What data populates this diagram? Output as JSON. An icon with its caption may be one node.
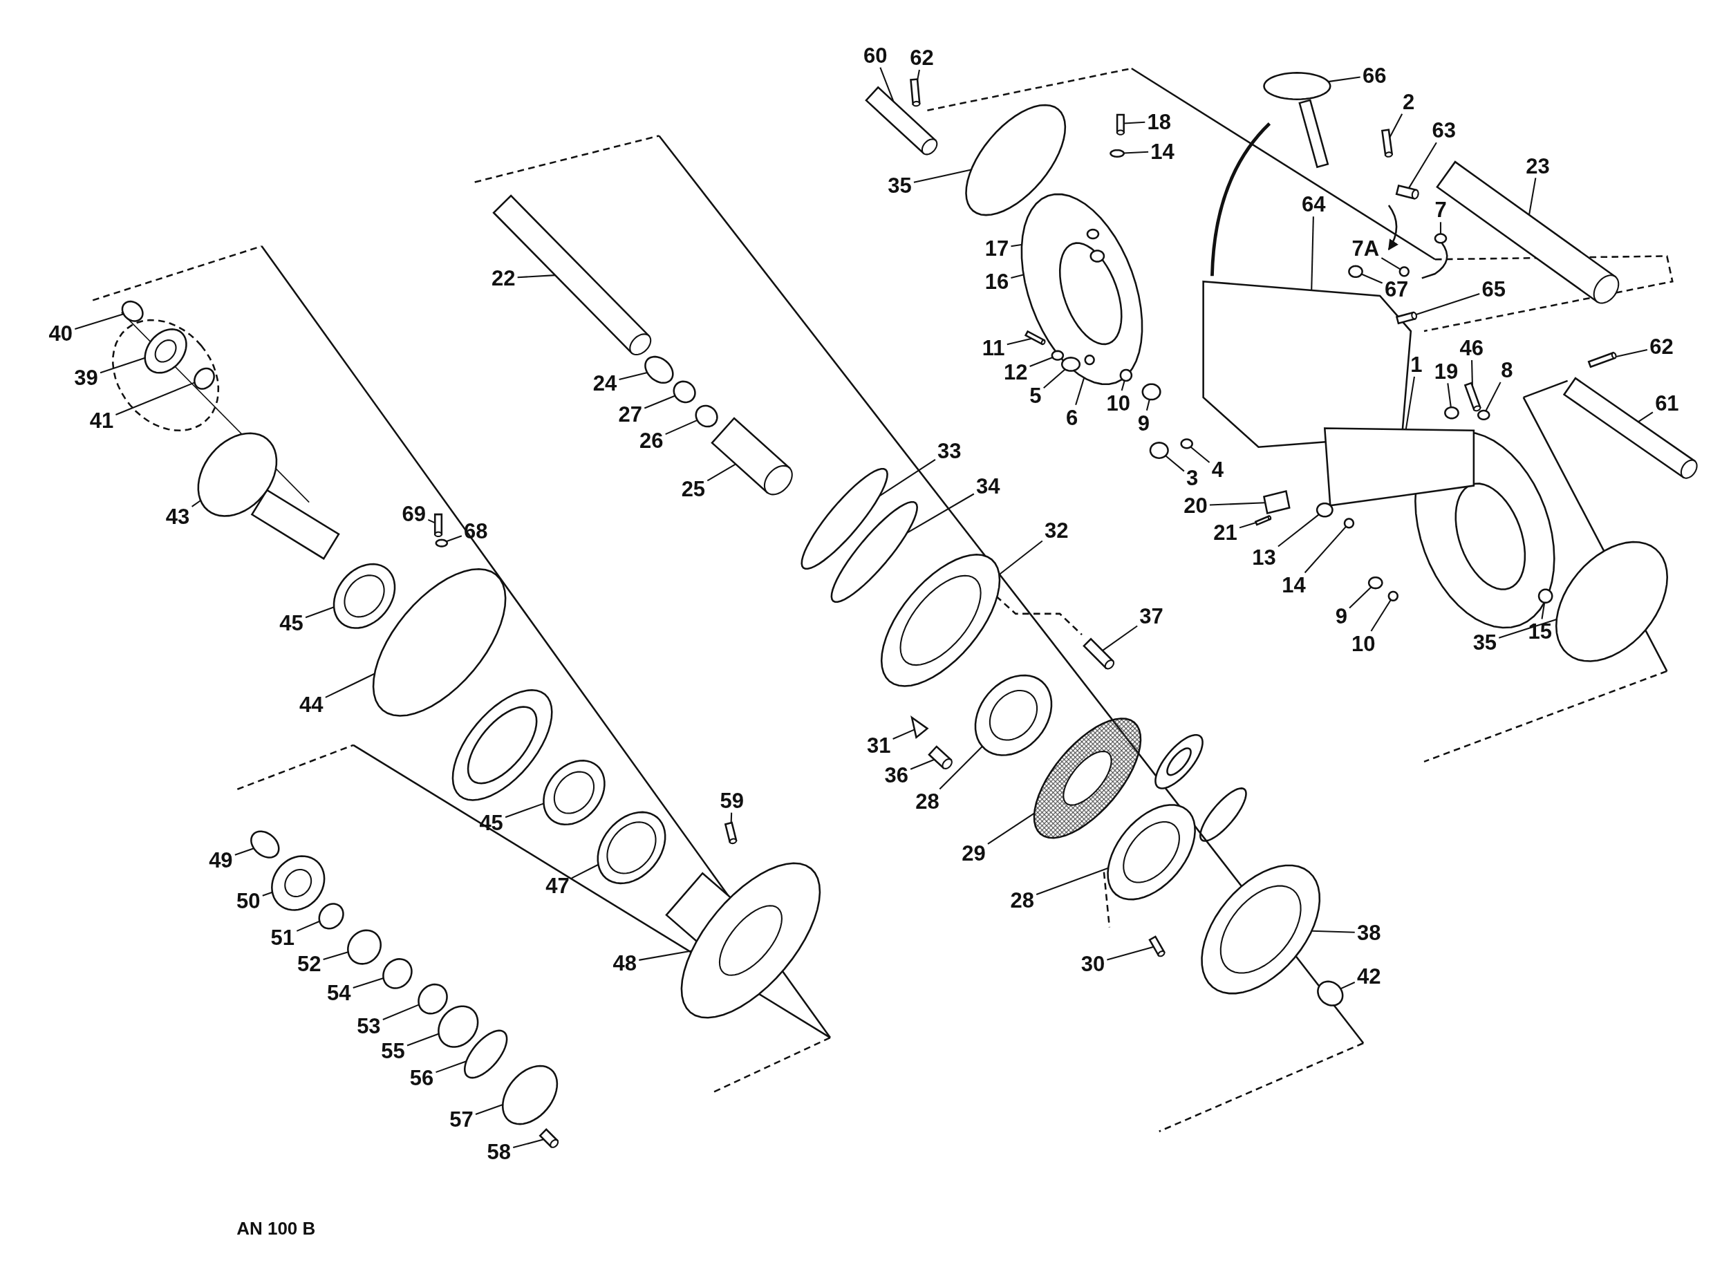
{
  "diagram": {
    "nodes": [
      {
        "text": [
          "60"
        ]
      },
      {
        "text": [
          "62"
        ]
      },
      {
        "text": [
          "66"
        ]
      },
      {
        "text": [
          "18"
        ]
      },
      {
        "text": [
          "14"
        ]
      },
      {
        "text": [
          "2"
        ]
      },
      {
        "text": [
          "63"
        ]
      },
      {
        "text": [
          "23"
        ]
      },
      {
        "text": [
          "35"
        ]
      },
      {
        "text": [
          "64"
        ]
      },
      {
        "text": [
          "7A"
        ]
      },
      {
        "text": [
          "7"
        ]
      },
      {
        "text": [
          "17"
        ]
      },
      {
        "text": [
          "16"
        ]
      },
      {
        "text": [
          "67"
        ]
      },
      {
        "text": [
          "65"
        ]
      },
      {
        "text": [
          "11"
        ]
      },
      {
        "text": [
          "12"
        ]
      },
      {
        "text": [
          "5"
        ]
      },
      {
        "text": [
          "6"
        ]
      },
      {
        "text": [
          "10"
        ]
      },
      {
        "text": [
          "9"
        ]
      },
      {
        "text": [
          "3"
        ]
      },
      {
        "text": [
          "4"
        ]
      },
      {
        "text": [
          "1"
        ]
      },
      {
        "text": [
          "19"
        ]
      },
      {
        "text": [
          "46"
        ]
      },
      {
        "text": [
          "8"
        ]
      },
      {
        "text": [
          "62"
        ]
      },
      {
        "text": [
          "61"
        ]
      },
      {
        "text": [
          "20"
        ]
      },
      {
        "text": [
          "21"
        ]
      },
      {
        "text": [
          "13"
        ]
      },
      {
        "text": [
          "14"
        ]
      },
      {
        "text": [
          "9"
        ]
      },
      {
        "text": [
          "10"
        ]
      },
      {
        "text": [
          "15"
        ]
      },
      {
        "text": [
          "35"
        ]
      },
      {
        "text": [
          "40"
        ]
      },
      {
        "text": [
          "39"
        ]
      },
      {
        "text": [
          "41"
        ]
      },
      {
        "text": [
          "22"
        ]
      },
      {
        "text": [
          "24"
        ]
      },
      {
        "text": [
          "27"
        ]
      },
      {
        "text": [
          "26"
        ]
      },
      {
        "text": [
          "25"
        ]
      },
      {
        "text": [
          "33"
        ]
      },
      {
        "text": [
          "34"
        ]
      },
      {
        "text": [
          "43"
        ]
      },
      {
        "text": [
          "69"
        ]
      },
      {
        "text": [
          "68"
        ]
      },
      {
        "text": [
          "32"
        ]
      },
      {
        "text": [
          "37"
        ]
      },
      {
        "text": [
          "45"
        ]
      },
      {
        "text": [
          "44"
        ]
      },
      {
        "text": [
          "31"
        ]
      },
      {
        "text": [
          "36"
        ]
      },
      {
        "text": [
          "28"
        ]
      },
      {
        "text": [
          "59"
        ]
      },
      {
        "text": [
          "45"
        ]
      },
      {
        "text": [
          "29"
        ]
      },
      {
        "text": [
          "47"
        ]
      },
      {
        "text": [
          "49"
        ]
      },
      {
        "text": [
          "50"
        ]
      },
      {
        "text": [
          "51"
        ]
      },
      {
        "text": [
          "28"
        ]
      },
      {
        "text": [
          "38"
        ]
      },
      {
        "text": [
          "42"
        ]
      },
      {
        "text": [
          "52"
        ]
      },
      {
        "text": [
          "48"
        ]
      },
      {
        "text": [
          "30"
        ]
      },
      {
        "text": [
          "54"
        ]
      },
      {
        "text": [
          "53"
        ]
      },
      {
        "text": [
          "55"
        ]
      },
      {
        "text": [
          "56"
        ]
      },
      {
        "text": [
          "57"
        ]
      },
      {
        "text": [
          "58"
        ]
      },
      {
        "text": [],
        "shape": "cylinder"
      },
      {
        "text": [],
        "shape": "cylinder"
      },
      {
        "text": [],
        "shape": "ring"
      },
      {
        "text": [],
        "shape": "cylinder"
      },
      {
        "text": [],
        "shape": "ring"
      },
      {
        "text": [],
        "shape": "cylinder"
      },
      {
        "text": [],
        "shape": "cylinder"
      },
      {
        "text": [],
        "shape": "cylinder"
      },
      {
        "text": [],
        "shape": "ring"
      },
      {
        "text": [],
        "shape": "box"
      },
      {
        "text": [],
        "shape": "ring"
      },
      {
        "text": [],
        "shape": "ring"
      },
      {
        "text": [],
        "shape": "ring"
      },
      {
        "text": [],
        "shape": "ring"
      },
      {
        "text": [],
        "shape": "ring"
      },
      {
        "text": [],
        "shape": "cylinder"
      },
      {
        "text": [],
        "shape": "cylinder"
      },
      {
        "text": [],
        "shape": "ring"
      },
      {
        "text": [],
        "shape": "ring"
      },
      {
        "text": [],
        "shape": "ring"
      },
      {
        "text": [],
        "shape": "ring"
      },
      {
        "text": [],
        "shape": "ring"
      },
      {
        "text": [],
        "shape": "ring"
      },
      {
        "text": [],
        "shape": "ring"
      },
      {
        "text": [],
        "shape": "box"
      },
      {
        "text": [],
        "shape": "ring"
      },
      {
        "text": [],
        "shape": "cylinder"
      },
      {
        "text": [],
        "shape": "ring"
      },
      {
        "text": [],
        "shape": "cylinder"
      },
      {
        "text": [],
        "shape": "cylinder"
      },
      {
        "text": [],
        "shape": "box"
      },
      {
        "text": [],
        "shape": "cylinder"
      },
      {
        "text": [],
        "shape": "ring"
      },
      {
        "text": [],
        "shape": "ring"
      },
      {
        "text": [],
        "shape": "ring"
      },
      {
        "text": [],
        "shape": "ring"
      },
      {
        "text": [],
        "shape": "ring"
      },
      {
        "text": [],
        "shape": "ring"
      },
      {
        "text": [],
        "shape": "ring"
      },
      {
        "text": [],
        "shape": "ring"
      },
      {
        "text": [],
        "shape": "ring"
      },
      {
        "text": [],
        "shape": "cylinder"
      },
      {
        "text": [],
        "shape": "ring"
      },
      {
        "text": [],
        "shape": "ring"
      },
      {
        "text": [],
        "shape": "ring"
      },
      {
        "text": [],
        "shape": "cylinder"
      },
      {
        "text": [],
        "shape": "ring"
      },
      {
        "text": [],
        "shape": "ring"
      },
      {
        "text": [],
        "shape": "ring"
      },
      {
        "text": [],
        "shape": "cylinder"
      },
      {
        "text": [],
        "shape": "ring"
      },
      {
        "text": [],
        "shape": "ring"
      },
      {
        "text": [],
        "shape": "cylinder"
      },
      {
        "text": [],
        "shape": "ring"
      },
      {
        "text": [],
        "shape": "ring"
      },
      {
        "text": [],
        "shape": "box"
      },
      {
        "text": [],
        "shape": "cylinder"
      },
      {
        "text": [],
        "shape": "ring"
      },
      {
        "text": [],
        "shape": "cylinder"
      },
      {
        "text": [],
        "shape": "ring"
      },
      {
        "text": [],
        "shape": "ring"
      },
      {
        "text": [],
        "shape": "ring"
      },
      {
        "text": [],
        "shape": "ring"
      },
      {
        "text": [],
        "shape": "ring"
      },
      {
        "text": [],
        "shape": "ring"
      },
      {
        "text": [],
        "shape": "ring"
      },
      {
        "text": [],
        "shape": "ring"
      },
      {
        "text": [],
        "shape": "ring"
      },
      {
        "text": [],
        "shape": "ring"
      },
      {
        "text": [],
        "shape": "ring"
      },
      {
        "text": [],
        "shape": "cylinder"
      },
      {
        "text": [],
        "shape": "ring"
      },
      {
        "text": [],
        "shape": "ring"
      },
      {
        "text": [],
        "shape": "ring"
      },
      {
        "text": [],
        "shape": "ring"
      },
      {
        "text": [],
        "shape": "ring"
      },
      {
        "text": [],
        "shape": "cylinder"
      }
    ],
    "edges": [
      {
        "from": 0,
        "to": 77,
        "arrow": "none"
      },
      {
        "from": 1,
        "to": 78,
        "arrow": "none"
      },
      {
        "from": 2,
        "to": 79,
        "arrow": "none"
      },
      {
        "from": 3,
        "to": 80,
        "arrow": "none"
      },
      {
        "from": 4,
        "to": 81,
        "arrow": "none"
      },
      {
        "from": 5,
        "to": 82,
        "arrow": "none"
      },
      {
        "from": 6,
        "to": 83,
        "arrow": "none"
      },
      {
        "from": 7,
        "to": 84,
        "arrow": "none"
      },
      {
        "from": 8,
        "to": 85,
        "arrow": "none"
      },
      {
        "from": 9,
        "to": 86,
        "arrow": "none"
      },
      {
        "from": 10,
        "to": 87,
        "arrow": "none"
      },
      {
        "from": 11,
        "to": 88,
        "arrow": "none"
      },
      {
        "from": 12,
        "to": 89,
        "arrow": "none"
      },
      {
        "from": 13,
        "to": 90,
        "arrow": "none"
      },
      {
        "from": 14,
        "to": 91,
        "arrow": "none"
      },
      {
        "from": 15,
        "to": 92,
        "arrow": "none"
      },
      {
        "from": 16,
        "to": 93,
        "arrow": "none"
      },
      {
        "from": 17,
        "to": 94,
        "arrow": "none"
      },
      {
        "from": 18,
        "to": 95,
        "arrow": "none"
      },
      {
        "from": 19,
        "to": 96,
        "arrow": "none"
      },
      {
        "from": 20,
        "to": 97,
        "arrow": "none"
      },
      {
        "from": 21,
        "to": 98,
        "arrow": "none"
      },
      {
        "from": 22,
        "to": 99,
        "arrow": "none"
      },
      {
        "from": 23,
        "to": 100,
        "arrow": "none"
      },
      {
        "from": 24,
        "to": 101,
        "arrow": "none"
      },
      {
        "from": 25,
        "to": 102,
        "arrow": "none"
      },
      {
        "from": 26,
        "to": 103,
        "arrow": "none"
      },
      {
        "from": 27,
        "to": 104,
        "arrow": "none"
      },
      {
        "from": 28,
        "to": 105,
        "arrow": "none"
      },
      {
        "from": 29,
        "to": 106,
        "arrow": "none"
      },
      {
        "from": 30,
        "to": 107,
        "arrow": "none"
      },
      {
        "from": 31,
        "to": 108,
        "arrow": "none"
      },
      {
        "from": 32,
        "to": 109,
        "arrow": "none"
      },
      {
        "from": 33,
        "to": 110,
        "arrow": "none"
      },
      {
        "from": 34,
        "to": 111,
        "arrow": "none"
      },
      {
        "from": 35,
        "to": 112,
        "arrow": "none"
      },
      {
        "from": 36,
        "to": 113,
        "arrow": "none"
      },
      {
        "from": 37,
        "to": 114,
        "arrow": "none"
      },
      {
        "from": 38,
        "to": 115,
        "arrow": "none"
      },
      {
        "from": 39,
        "to": 116,
        "arrow": "none"
      },
      {
        "from": 40,
        "to": 117,
        "arrow": "none"
      },
      {
        "from": 41,
        "to": 118,
        "arrow": "none"
      },
      {
        "from": 42,
        "to": 119,
        "arrow": "none"
      },
      {
        "from": 43,
        "to": 120,
        "arrow": "none"
      },
      {
        "from": 44,
        "to": 121,
        "arrow": "none"
      },
      {
        "from": 45,
        "to": 122,
        "arrow": "none"
      },
      {
        "from": 46,
        "to": 123,
        "arrow": "none"
      },
      {
        "from": 47,
        "to": 124,
        "arrow": "none"
      },
      {
        "from": 48,
        "to": 125,
        "arrow": "none"
      },
      {
        "from": 49,
        "to": 126,
        "arrow": "none"
      },
      {
        "from": 50,
        "to": 127,
        "arrow": "none"
      },
      {
        "from": 51,
        "to": 128,
        "arrow": "none"
      },
      {
        "from": 52,
        "to": 129,
        "arrow": "none"
      },
      {
        "from": 53,
        "to": 130,
        "arrow": "none"
      },
      {
        "from": 54,
        "to": 131,
        "arrow": "none"
      },
      {
        "from": 55,
        "to": 132,
        "arrow": "none"
      },
      {
        "from": 56,
        "to": 133,
        "arrow": "none"
      },
      {
        "from": 57,
        "to": 134,
        "arrow": "none"
      },
      {
        "from": 58,
        "to": 135,
        "arrow": "none"
      },
      {
        "from": 59,
        "to": 136,
        "arrow": "none"
      },
      {
        "from": 60,
        "to": 137,
        "arrow": "none"
      },
      {
        "from": 61,
        "to": 138,
        "arrow": "none"
      },
      {
        "from": 62,
        "to": 139,
        "arrow": "none"
      },
      {
        "from": 63,
        "to": 140,
        "arrow": "none"
      },
      {
        "from": 64,
        "to": 141,
        "arrow": "none"
      },
      {
        "from": 65,
        "to": 142,
        "arrow": "none"
      },
      {
        "from": 66,
        "to": 143,
        "arrow": "none"
      },
      {
        "from": 67,
        "to": 144,
        "arrow": "none"
      },
      {
        "from": 68,
        "to": 145,
        "arrow": "none"
      },
      {
        "from": 69,
        "to": 146,
        "arrow": "none"
      },
      {
        "from": 70,
        "to": 147,
        "arrow": "none"
      },
      {
        "from": 71,
        "to": 148,
        "arrow": "none"
      },
      {
        "from": 72,
        "to": 149,
        "arrow": "none"
      },
      {
        "from": 73,
        "to": 150,
        "arrow": "none"
      },
      {
        "from": 74,
        "to": 151,
        "arrow": "none"
      },
      {
        "from": 75,
        "to": 152,
        "arrow": "none"
      },
      {
        "from": 76,
        "to": 153,
        "arrow": "none"
      }
    ],
    "labels": [
      "AN 100 B"
    ]
  }
}
